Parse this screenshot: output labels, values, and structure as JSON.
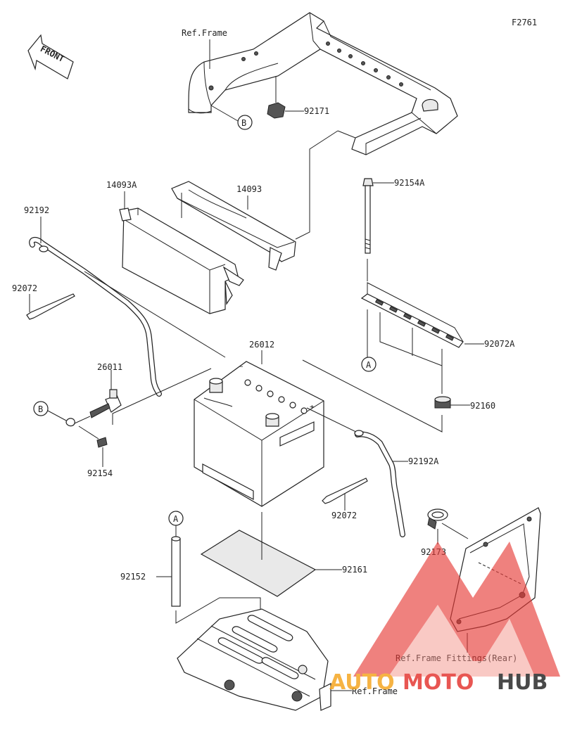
{
  "diagram_code": "F2761",
  "front_label": "FRONT",
  "callouts": {
    "ref_frame_top": "Ref.Frame",
    "p92171": "92171",
    "p14093A": "14093A",
    "p14093": "14093",
    "p92154A": "92154A",
    "p92192": "92192",
    "p92072_left": "92072",
    "p92072A": "92072A",
    "p26012": "26012",
    "p26011": "26011",
    "p92160": "92160",
    "p92154": "92154",
    "p92192A": "92192A",
    "p92072_mid": "92072",
    "p92173": "92173",
    "p92152": "92152",
    "p92161": "92161",
    "ref_frame_fittings": "Ref.Frame Fittings(Rear)",
    "ref_frame_bottom": "Ref.Frame"
  },
  "markers": {
    "A_mid": "A",
    "A_low": "A",
    "B_top": "B",
    "B_left": "B"
  },
  "watermark": {
    "auto": "AUTO",
    "moto": "MOTO",
    "hub": "HUB",
    "color_red": "#e53935",
    "color_orange": "#f5a623",
    "color_dark": "#2a2a2a"
  }
}
